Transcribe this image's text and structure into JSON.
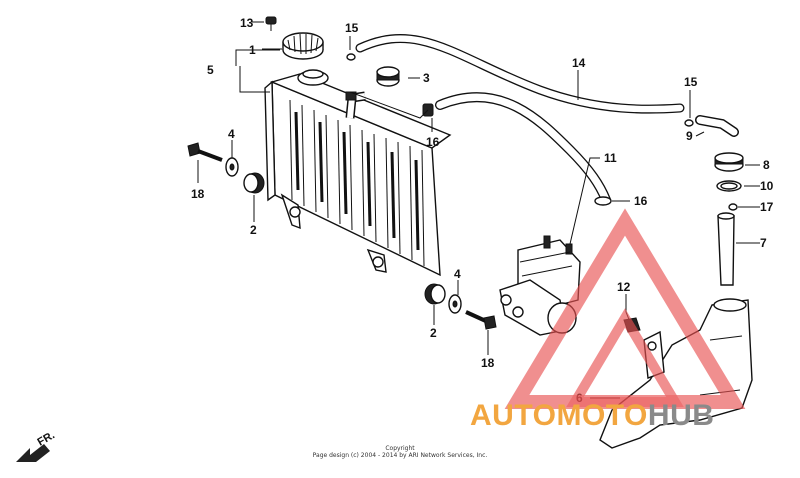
{
  "labels": {
    "p1": "1",
    "p2a": "2",
    "p2b": "2",
    "p3": "3",
    "p4a": "4",
    "p4b": "4",
    "p5": "5",
    "p6": "6",
    "p7": "7",
    "p8": "8",
    "p9": "9",
    "p10": "10",
    "p11": "11",
    "p12": "12",
    "p13": "13",
    "p14": "14",
    "p15a": "15",
    "p15b": "15",
    "p16a": "16",
    "p16b": "16",
    "p17": "17",
    "p18a": "18",
    "p18b": "18"
  },
  "direction": "FR.",
  "copyright": {
    "line1": "Copyright",
    "line2": "Page design (c) 2004 - 2014 by ARI Network Services, Inc."
  },
  "watermark": {
    "part1": "AUTO",
    "part2": "MOTO",
    "part3": "HUB",
    "colors": {
      "orange": "#f2a640",
      "red": "#e85050",
      "gray": "#8a8a8a"
    }
  }
}
